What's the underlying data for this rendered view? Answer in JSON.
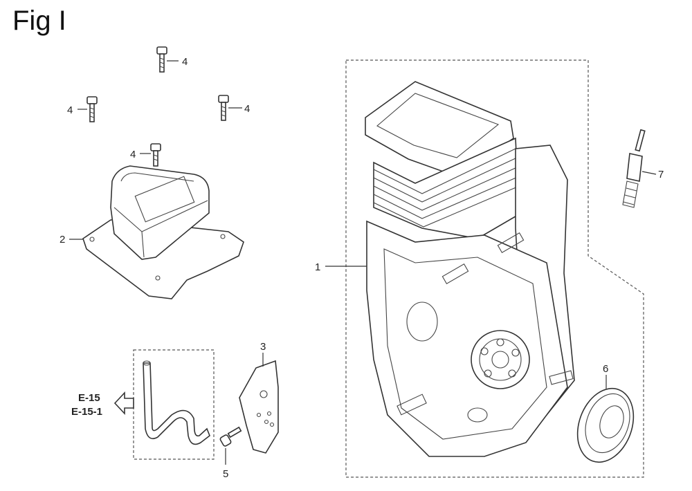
{
  "title": "Fig I",
  "callouts": {
    "c1": "1",
    "c2": "2",
    "c3": "3",
    "c4a": "4",
    "c4b": "4",
    "c4c": "4",
    "c4d": "4",
    "c5": "5",
    "c6": "6",
    "c7": "7"
  },
  "references": {
    "ref_a": "E-15",
    "ref_b": "E-15-1"
  },
  "icons": {
    "reference_arrow": "hollow-left-arrow-icon"
  }
}
